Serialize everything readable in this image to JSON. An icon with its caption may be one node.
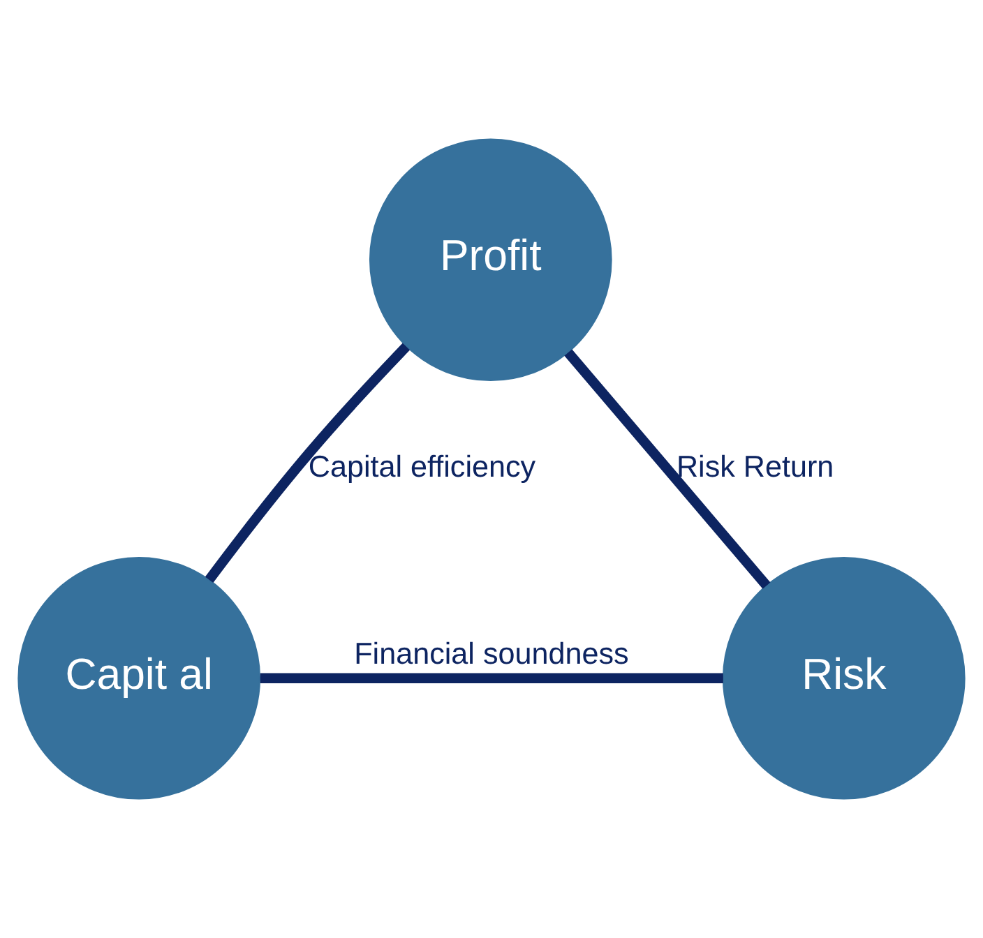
{
  "diagram": {
    "nodes": [
      {
        "text": [
          "Profit"
        ]
      },
      {
        "text": [
          "Capit al"
        ]
      },
      {
        "text": [
          "Risk"
        ]
      }
    ],
    "edges": [
      {
        "from": 0,
        "to": 1,
        "arrow": "none",
        "label": "Capital efficiency"
      },
      {
        "from": 0,
        "to": 2,
        "arrow": "none",
        "label": "Risk Return"
      },
      {
        "from": 1,
        "to": 2,
        "arrow": "none",
        "label": "Financial soundness"
      }
    ]
  }
}
